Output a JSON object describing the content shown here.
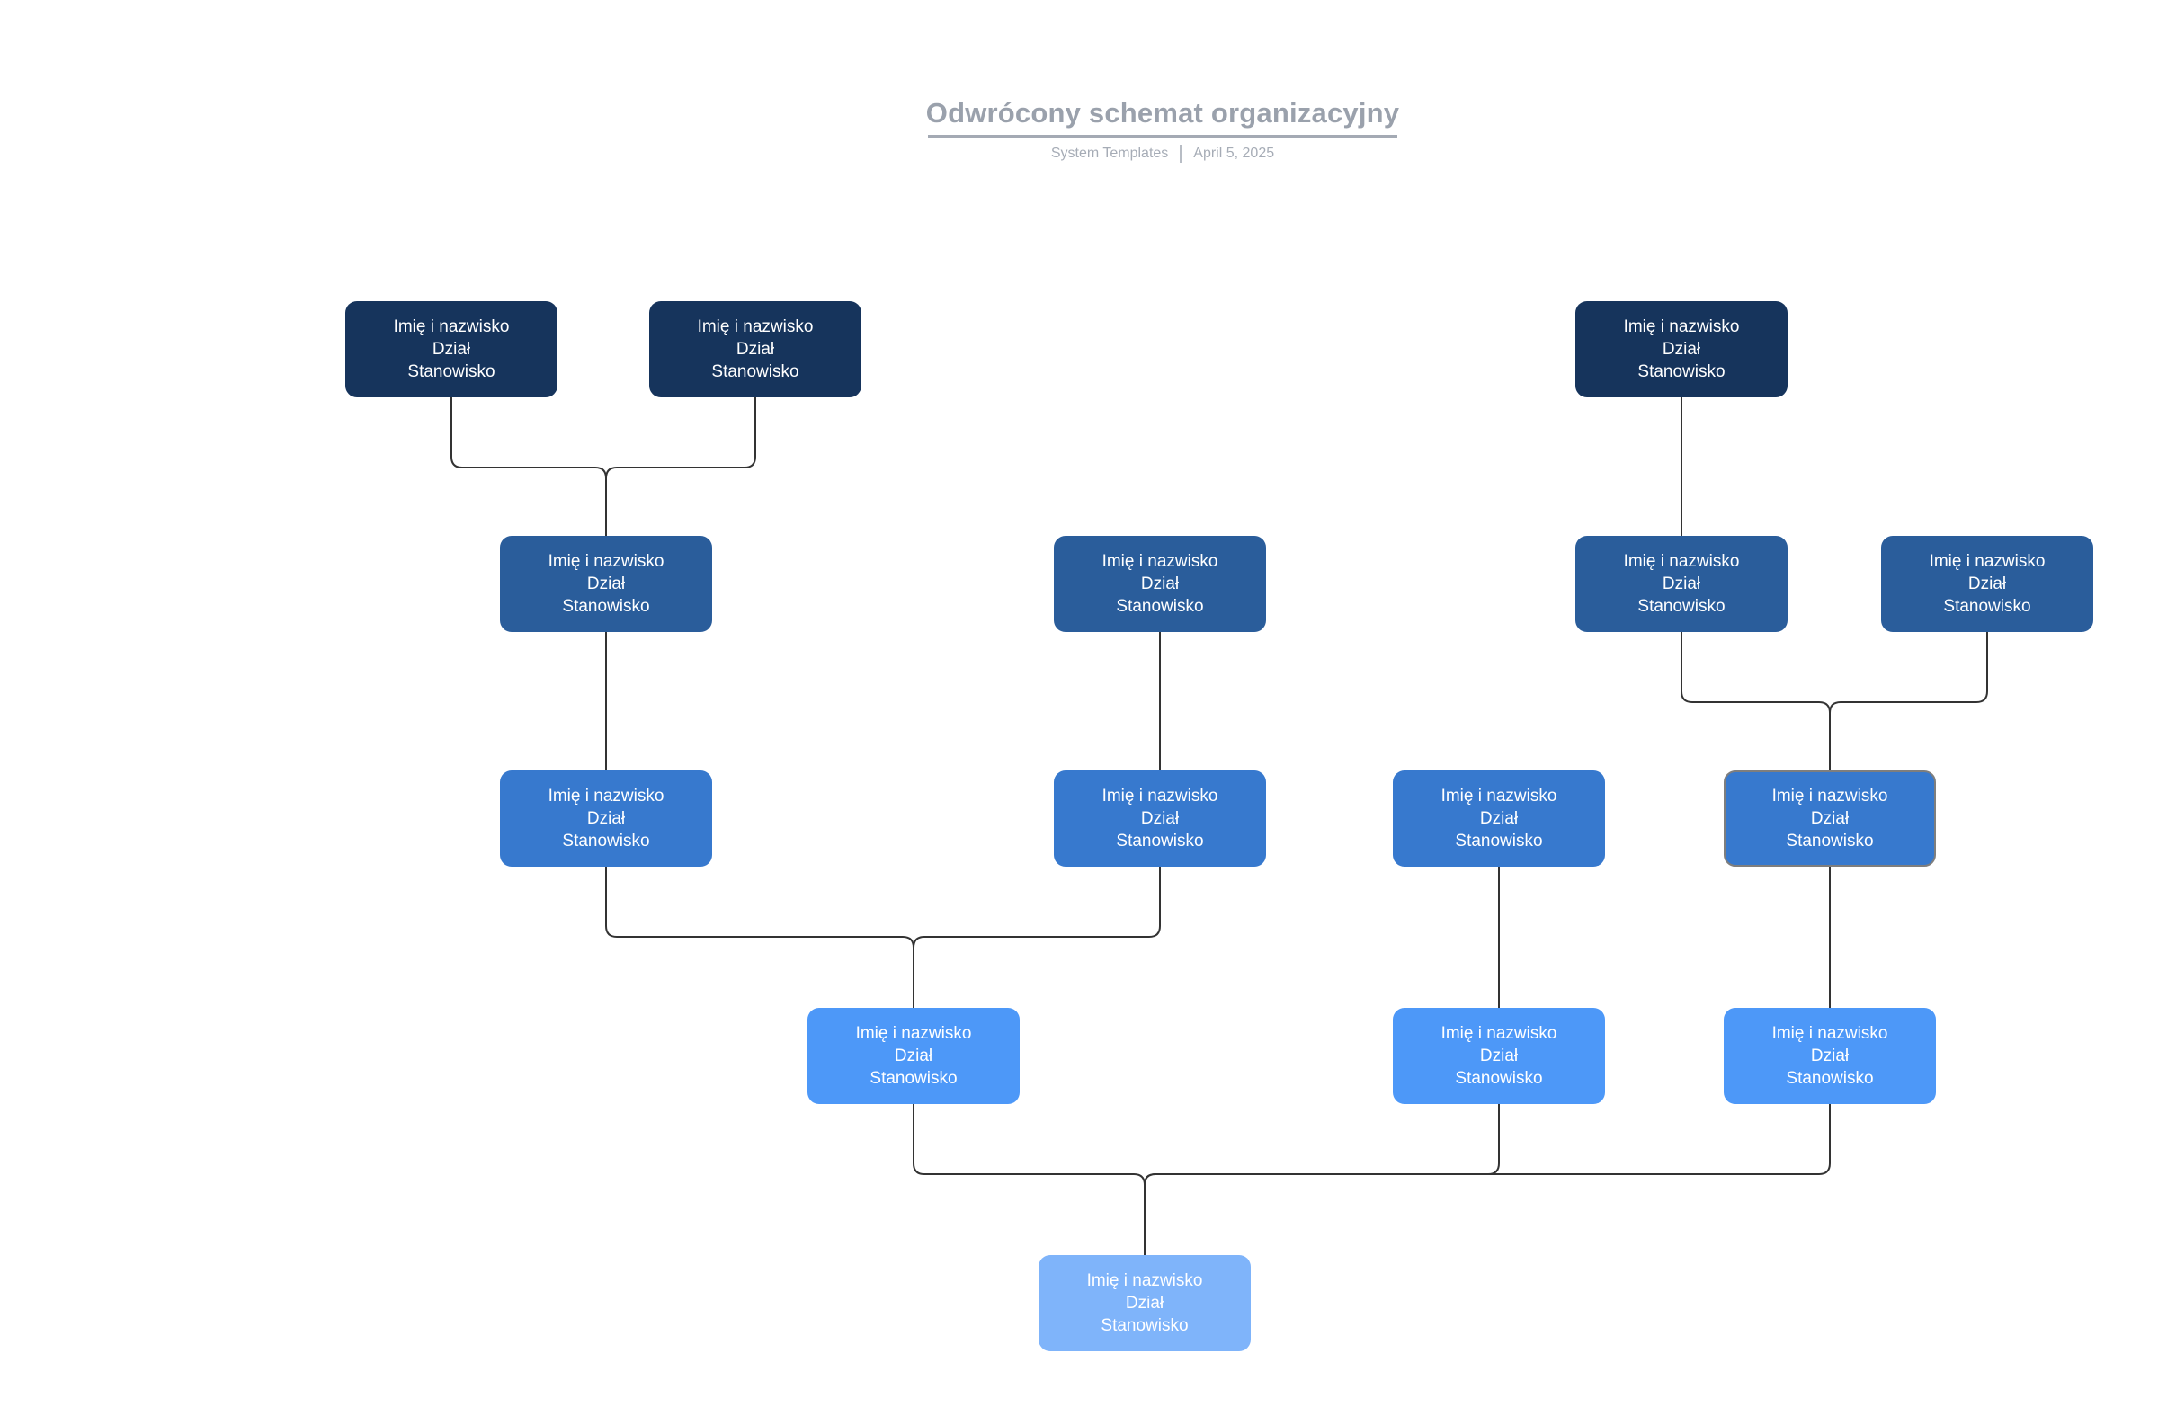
{
  "header": {
    "title": "Odwrócony schemat organizacyjny",
    "author": "System Templates",
    "separator": "|",
    "date": "April 5, 2025"
  },
  "node_text": {
    "line1": "Imię i nazwisko",
    "line2": "Dział",
    "line3": "Stanowisko"
  },
  "colors": {
    "background": "#ffffff",
    "level1": "#16345c",
    "level2": "#2a5d9b",
    "level3": "#3779ce",
    "level4": "#4d98f8",
    "level5": "#7fb4fa",
    "node_text": "#ffffff",
    "connector": "#333333",
    "selected_outline": "#7e7e7e",
    "title_text": "#9aa1ac",
    "title_underline": "#a4aab4",
    "subtitle_text": "#a6acb6"
  },
  "org_chart": {
    "type": "inverted-org-chart",
    "levels": 5,
    "nodes": [
      {
        "id": "top-1",
        "level": 1,
        "selected": false
      },
      {
        "id": "top-2",
        "level": 1,
        "selected": false
      },
      {
        "id": "top-3",
        "level": 1,
        "selected": false
      },
      {
        "id": "mid1-1",
        "level": 2,
        "selected": false
      },
      {
        "id": "mid1-2",
        "level": 2,
        "selected": false
      },
      {
        "id": "mid1-3",
        "level": 2,
        "selected": false
      },
      {
        "id": "mid1-4",
        "level": 2,
        "selected": false
      },
      {
        "id": "mid2-1",
        "level": 3,
        "selected": false
      },
      {
        "id": "mid2-2",
        "level": 3,
        "selected": false
      },
      {
        "id": "mid2-3",
        "level": 3,
        "selected": false
      },
      {
        "id": "mid2-4",
        "level": 3,
        "selected": true
      },
      {
        "id": "mid3-1",
        "level": 4,
        "selected": false
      },
      {
        "id": "mid3-2",
        "level": 4,
        "selected": false
      },
      {
        "id": "mid3-3",
        "level": 4,
        "selected": false
      },
      {
        "id": "root",
        "level": 5,
        "selected": false
      }
    ],
    "edges": [
      {
        "from": "top-1",
        "to": "mid1-1"
      },
      {
        "from": "top-2",
        "to": "mid1-1"
      },
      {
        "from": "top-3",
        "to": "mid1-3"
      },
      {
        "from": "mid1-1",
        "to": "mid2-1"
      },
      {
        "from": "mid1-2",
        "to": "mid2-2"
      },
      {
        "from": "mid1-3",
        "to": "mid2-4"
      },
      {
        "from": "mid1-4",
        "to": "mid2-4"
      },
      {
        "from": "mid2-1",
        "to": "mid3-1"
      },
      {
        "from": "mid2-2",
        "to": "mid3-1"
      },
      {
        "from": "mid2-3",
        "to": "mid3-2"
      },
      {
        "from": "mid2-4",
        "to": "mid3-3"
      },
      {
        "from": "mid3-1",
        "to": "root"
      },
      {
        "from": "mid3-2",
        "to": "root"
      },
      {
        "from": "mid3-3",
        "to": "root"
      }
    ]
  }
}
